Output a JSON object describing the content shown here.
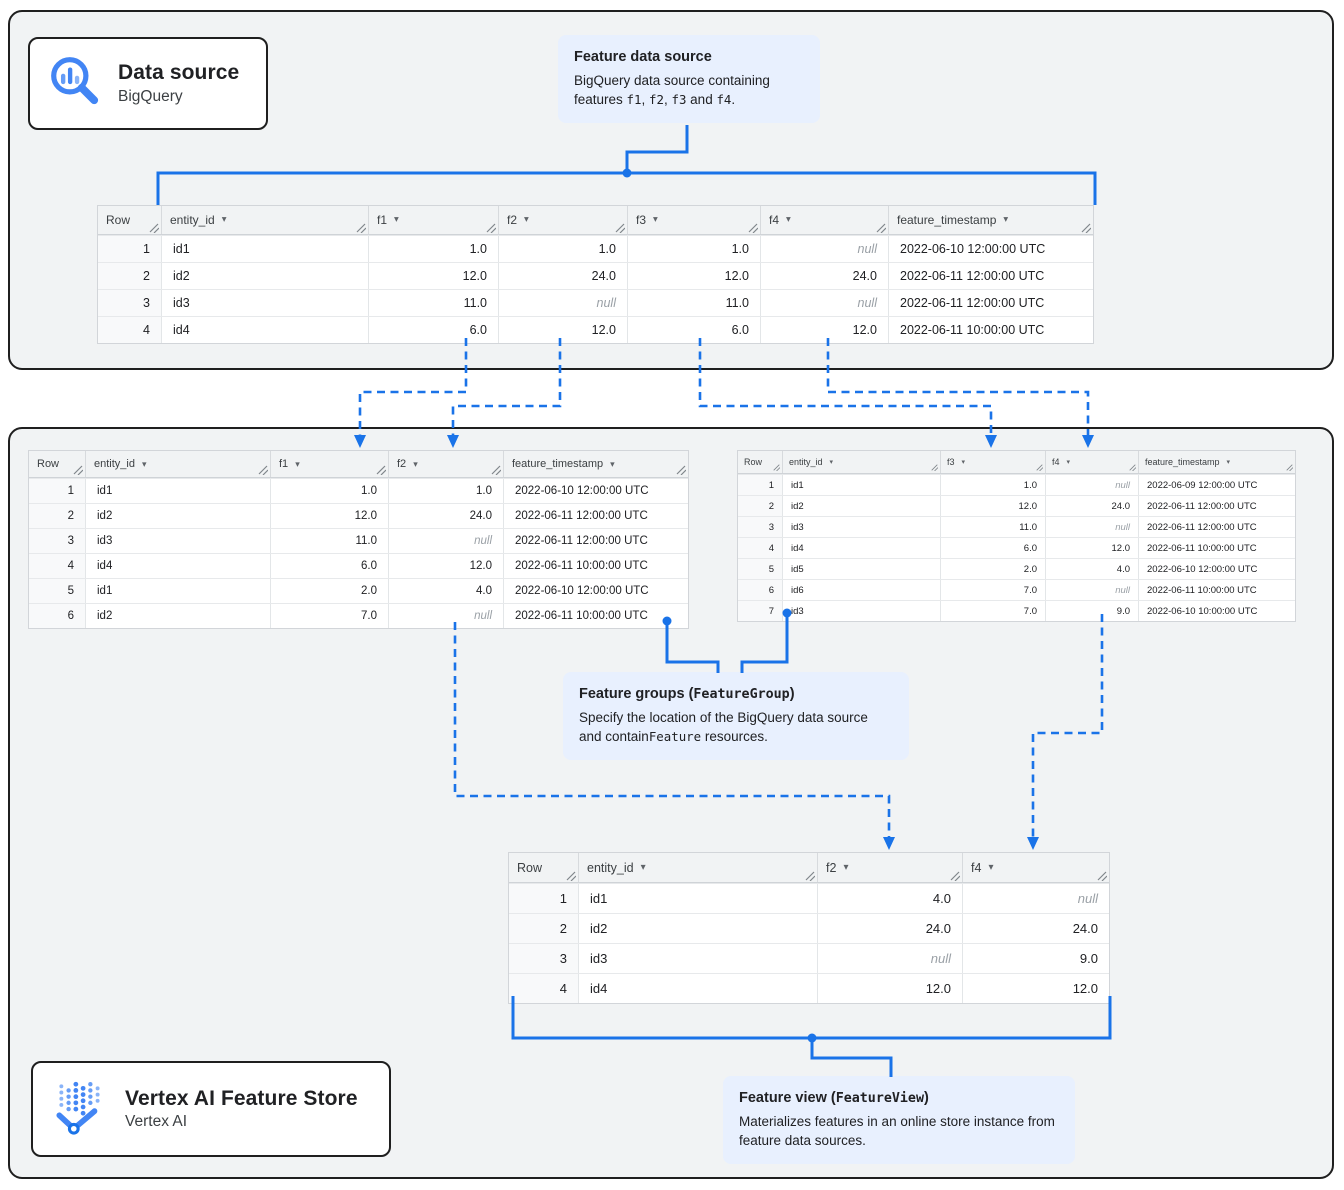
{
  "colors": {
    "accent_blue": "#1a73e8",
    "icon_blue": "#4285f4",
    "callout_bg": "#e8f0fe",
    "panel_bg": "#f1f3f4",
    "null_gray": "#9aa0a6"
  },
  "icons": {
    "sort_dropdown": "▾"
  },
  "cards": {
    "data_source": {
      "title": "Data source",
      "subtitle": "BigQuery"
    },
    "feature_store": {
      "title": "Vertex AI Feature Store",
      "subtitle": "Vertex AI"
    }
  },
  "callouts": {
    "feature_data_source": {
      "title": [
        {
          "t": "Feature data source"
        }
      ],
      "body": [
        {
          "t": "BigQuery data source containing features "
        },
        {
          "t": "f1",
          "mono": true
        },
        {
          "t": ", "
        },
        {
          "t": "f2",
          "mono": true
        },
        {
          "t": ", "
        },
        {
          "t": "f3",
          "mono": true
        },
        {
          "t": " and "
        },
        {
          "t": "f4",
          "mono": true
        },
        {
          "t": "."
        }
      ]
    },
    "feature_groups": {
      "title": [
        {
          "t": "Feature groups ("
        },
        {
          "t": "FeatureGroup",
          "mono": true
        },
        {
          "t": ")"
        }
      ],
      "body": [
        {
          "t": "Specify the location of the BigQuery data source and contain"
        },
        {
          "t": "Feature",
          "mono": true
        },
        {
          "t": " resources."
        }
      ]
    },
    "feature_view": {
      "title": [
        {
          "t": "Feature view ("
        },
        {
          "t": "FeatureView",
          "mono": true
        },
        {
          "t": ")"
        }
      ],
      "body": [
        {
          "t": "Materializes features in an online store instance from feature data sources."
        }
      ]
    }
  },
  "tables": {
    "source": {
      "columns": [
        {
          "label": "Row"
        },
        {
          "label": "entity_id",
          "sortable": true
        },
        {
          "label": "f1",
          "sortable": true
        },
        {
          "label": "f2",
          "sortable": true
        },
        {
          "label": "f3",
          "sortable": true
        },
        {
          "label": "f4",
          "sortable": true
        },
        {
          "label": "feature_timestamp",
          "sortable": true
        }
      ],
      "rows": [
        [
          "1",
          "id1",
          "1.0",
          "1.0",
          "1.0",
          "null",
          "2022-06-10 12:00:00 UTC"
        ],
        [
          "2",
          "id2",
          "12.0",
          "24.0",
          "12.0",
          "24.0",
          "2022-06-11 12:00:00 UTC"
        ],
        [
          "3",
          "id3",
          "11.0",
          "null",
          "11.0",
          "null",
          "2022-06-11 12:00:00 UTC"
        ],
        [
          "4",
          "id4",
          "6.0",
          "12.0",
          "6.0",
          "12.0",
          "2022-06-11 10:00:00 UTC"
        ]
      ]
    },
    "feature_group_1": {
      "columns": [
        {
          "label": "Row"
        },
        {
          "label": "entity_id",
          "sortable": true
        },
        {
          "label": "f1",
          "sortable": true
        },
        {
          "label": "f2",
          "sortable": true
        },
        {
          "label": "feature_timestamp",
          "sortable": true
        }
      ],
      "rows": [
        [
          "1",
          "id1",
          "1.0",
          "1.0",
          "2022-06-10 12:00:00 UTC"
        ],
        [
          "2",
          "id2",
          "12.0",
          "24.0",
          "2022-06-11 12:00:00 UTC"
        ],
        [
          "3",
          "id3",
          "11.0",
          "null",
          "2022-06-11 12:00:00 UTC"
        ],
        [
          "4",
          "id4",
          "6.0",
          "12.0",
          "2022-06-11 10:00:00 UTC"
        ],
        [
          "5",
          "id1",
          "2.0",
          "4.0",
          "2022-06-10 12:00:00 UTC"
        ],
        [
          "6",
          "id2",
          "7.0",
          "null",
          "2022-06-11 10:00:00 UTC"
        ]
      ]
    },
    "feature_group_2": {
      "columns": [
        {
          "label": "Row"
        },
        {
          "label": "entity_id",
          "sortable": true
        },
        {
          "label": "f3",
          "sortable": true
        },
        {
          "label": "f4",
          "sortable": true
        },
        {
          "label": "feature_timestamp",
          "sortable": true
        }
      ],
      "rows": [
        [
          "1",
          "id1",
          "1.0",
          "null",
          "2022-06-09 12:00:00 UTC"
        ],
        [
          "2",
          "id2",
          "12.0",
          "24.0",
          "2022-06-11 12:00:00 UTC"
        ],
        [
          "3",
          "id3",
          "11.0",
          "null",
          "2022-06-11 12:00:00 UTC"
        ],
        [
          "4",
          "id4",
          "6.0",
          "12.0",
          "2022-06-11 10:00:00 UTC"
        ],
        [
          "5",
          "id5",
          "2.0",
          "4.0",
          "2022-06-10 12:00:00 UTC"
        ],
        [
          "6",
          "id6",
          "7.0",
          "null",
          "2022-06-11 10:00:00 UTC"
        ],
        [
          "7",
          "id3",
          "7.0",
          "9.0",
          "2022-06-10 10:00:00 UTC"
        ]
      ]
    },
    "feature_view": {
      "columns": [
        {
          "label": "Row"
        },
        {
          "label": "entity_id",
          "sortable": true
        },
        {
          "label": "f2",
          "sortable": true
        },
        {
          "label": "f4",
          "sortable": true
        }
      ],
      "rows": [
        [
          "1",
          "id1",
          "4.0",
          "null"
        ],
        [
          "2",
          "id2",
          "24.0",
          "24.0"
        ],
        [
          "3",
          "id3",
          "null",
          "9.0"
        ],
        [
          "4",
          "id4",
          "12.0",
          "12.0"
        ]
      ]
    }
  }
}
